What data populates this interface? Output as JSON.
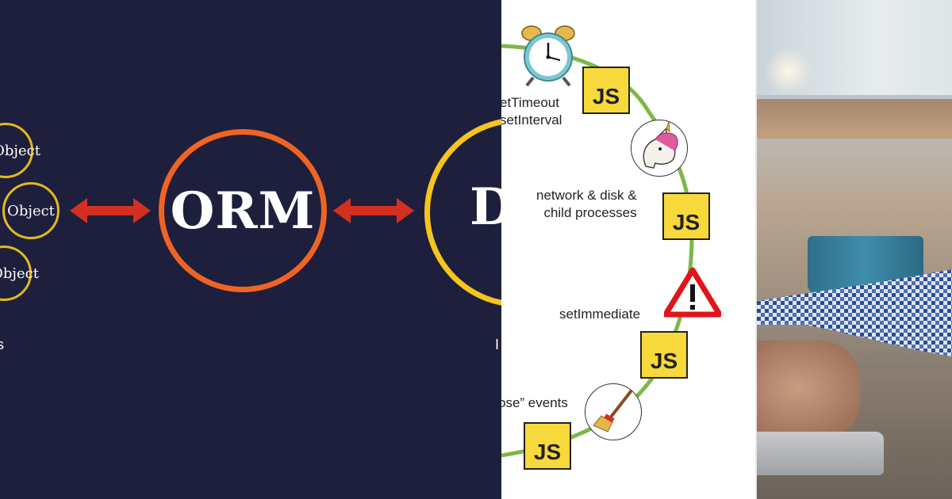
{
  "left_panel": {
    "objects": [
      "Object",
      "Object",
      "Object"
    ],
    "orm_label": "ORM",
    "db_letter": "D",
    "left_fragment": "s",
    "right_fragment": "I",
    "colors": {
      "background": "#1e1f3c",
      "orm_ring": "#f06423",
      "object_ring": "#e2b921",
      "db_ring": "#f5c51d",
      "arrow": "#d3301f"
    }
  },
  "middle_panel": {
    "labels": {
      "timers": "etTimeout\nsetInterval",
      "network": "network & disk &\nchild processes",
      "setimmediate": "setImmediate",
      "close": "ose” events"
    },
    "js_label": "JS",
    "icons": [
      "alarm-clock-icon",
      "unicorn-icon",
      "warning-icon",
      "broom-icon"
    ],
    "colors": {
      "loop_line": "#7bb84a",
      "js_box": "#f7d93c",
      "warning": "#e0141a"
    }
  },
  "right_panel": {
    "description_icon": "photo-icon"
  }
}
